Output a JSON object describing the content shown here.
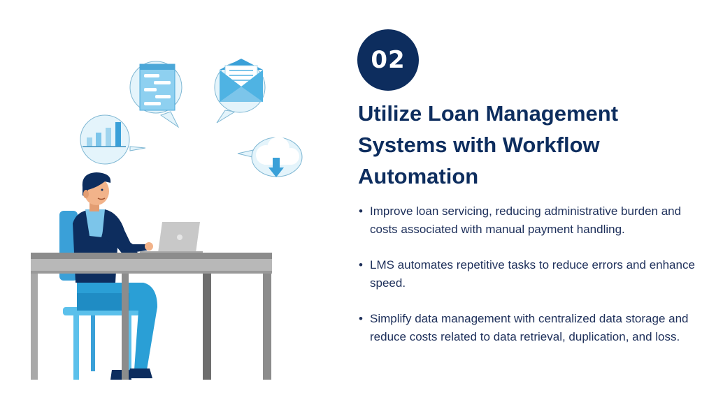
{
  "badge": {
    "number": "02"
  },
  "title": {
    "line1": "Utilize Loan Management",
    "line2": "Systems with Workflow",
    "line3": "Automation"
  },
  "bullets": [
    "Improve loan servicing, reducing administrative burden and costs associated with manual payment handling.",
    "LMS automates repetitive tasks to reduce errors and enhance speed.",
    "Simplify data management with centralized data storage and reduce costs related to data retrieval, duplication, and loss."
  ],
  "colors": {
    "navy": "#0d2d5e",
    "light_blue": "#5bc0eb",
    "bubble": "#e4f4fb",
    "desk": "#8c8c8c"
  },
  "icons": [
    "bar-chart-icon",
    "chat-icon",
    "envelope-icon",
    "cloud-download-icon",
    "laptop-icon"
  ]
}
